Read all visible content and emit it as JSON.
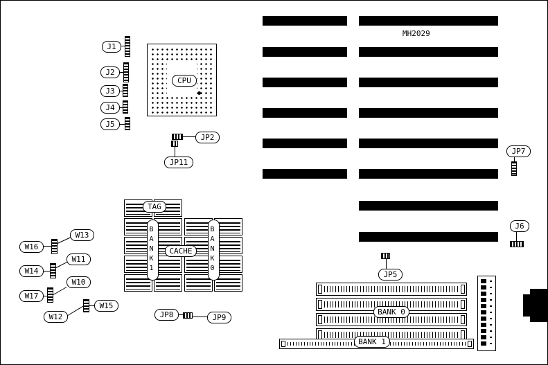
{
  "part_number": "MH2029",
  "cpu_label": "CPU",
  "cache": {
    "tag": "TAG",
    "bank1_vertical": "BANK1",
    "label": "CACHE",
    "bank0_vertical": "BANK0"
  },
  "memory": {
    "bank0": "BANK 0",
    "bank1": "BANK 1"
  },
  "callouts": {
    "j1": "J1",
    "j2": "J2",
    "j3": "J3",
    "j4": "J4",
    "j5": "J5",
    "j6": "J6",
    "jp2": "JP2",
    "jp5": "JP5",
    "jp7": "JP7",
    "jp8": "JP8",
    "jp9": "JP9",
    "jp11": "JP11",
    "w10": "W10",
    "w11": "W11",
    "w12": "W12",
    "w13": "W13",
    "w14": "W14",
    "w15": "W15",
    "w16": "W16",
    "w17": "W17"
  }
}
